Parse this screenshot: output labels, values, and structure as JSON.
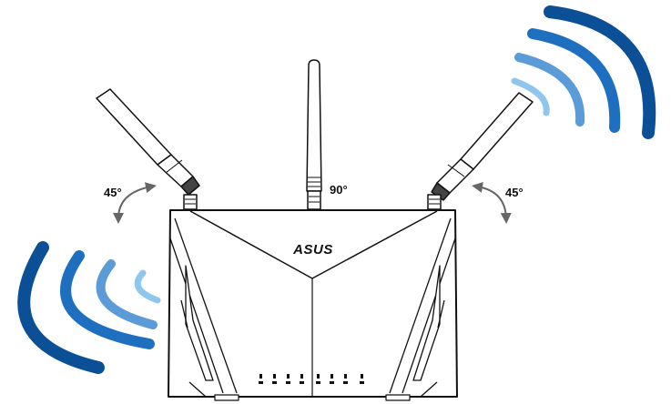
{
  "logo": {
    "brand": "ASUS"
  },
  "angles": {
    "left": "45°",
    "center": "90°",
    "right": "45°"
  },
  "colors": {
    "outline": "#111111",
    "wave_dark": "#0b4f96",
    "wave_mid": "#1f6fc0",
    "wave_light": "#5a9bd8",
    "wave_lightest": "#8ec6ee",
    "arrow": "#666666"
  },
  "icons": [
    "rotate-arrow-icon",
    "wifi-wave-icon",
    "led-indicator-icon"
  ]
}
